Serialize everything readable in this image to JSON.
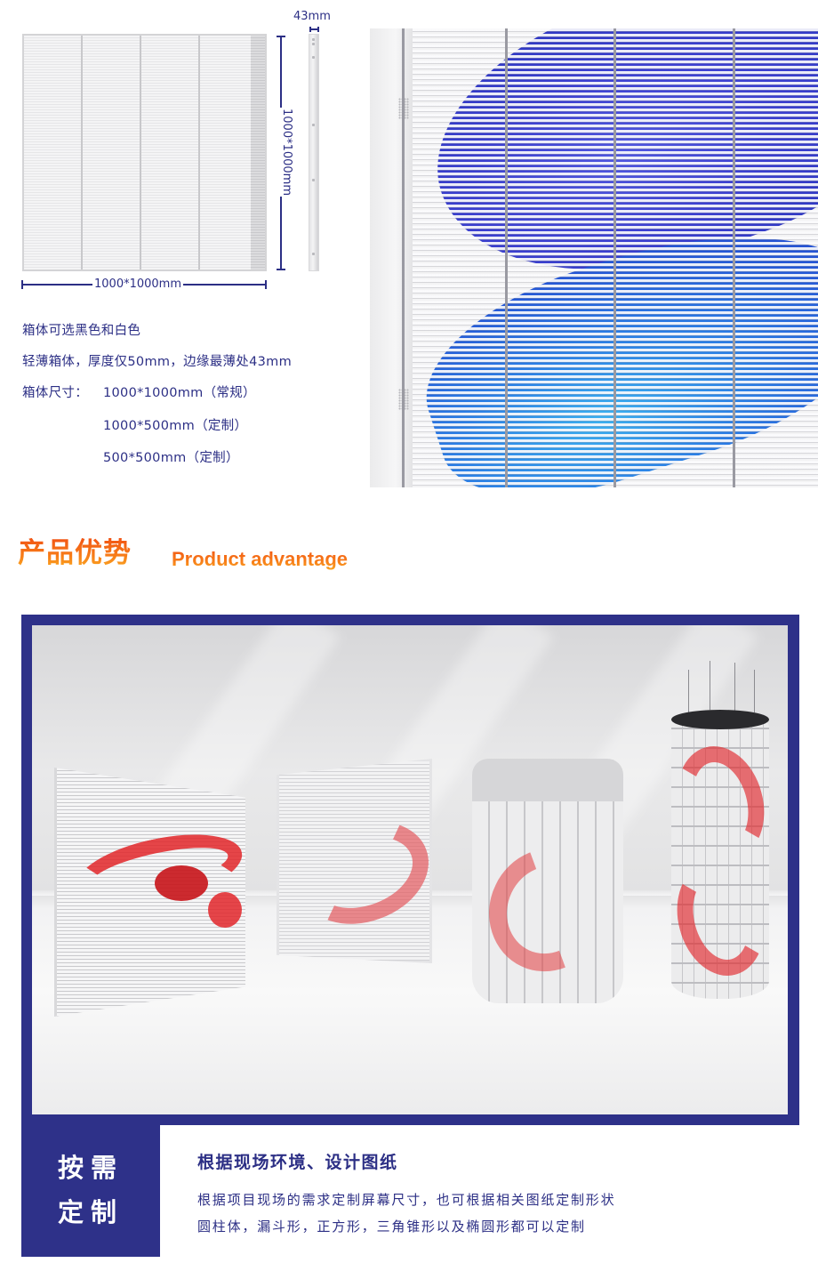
{
  "diagram": {
    "width_label": "1000*1000mm",
    "height_label": "1000*1000mm",
    "thickness_label": "43mm"
  },
  "specs": {
    "line1": "箱体可选黑色和白色",
    "line2": "轻薄箱体，厚度仅50mm，边缘最薄处43mm",
    "size_label": "箱体尺寸：",
    "sizes": [
      "1000*1000mm（常规）",
      "1000*500mm（定制）",
      "500*500mm（定制）"
    ]
  },
  "section": {
    "title_cn": "产品优势",
    "title_en": "Product advantage"
  },
  "callout": {
    "tag_line1": "按需",
    "tag_line2": "定制",
    "title": "根据现场环境、设计图纸",
    "body_line1": "根据项目现场的需求定制屏幕尺寸，也可根据相关图纸定制形状",
    "body_line2": "圆柱体，漏斗形，正方形，三角锥形以及椭圆形都可以定制"
  },
  "colors": {
    "brand_navy": "#2e3189",
    "text_navy": "#2c2f85",
    "heading_orange_top": "#f04e14",
    "heading_orange_bottom": "#fbb023",
    "ribbon_red": "#e2262a",
    "screen_blue": "#3340cc"
  }
}
